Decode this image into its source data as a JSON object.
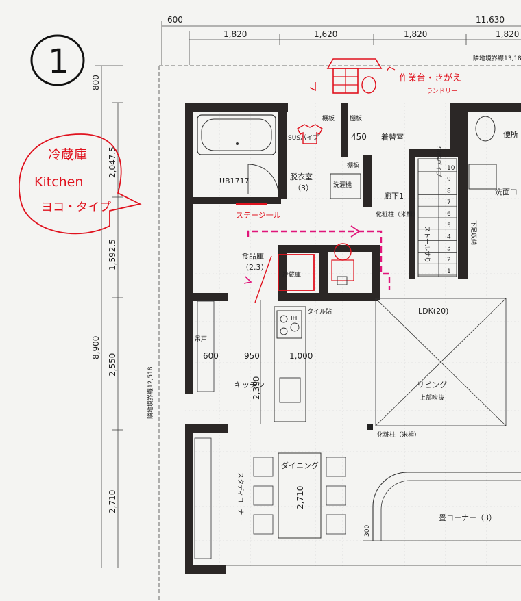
{
  "sheet": {
    "number_mark": "1"
  },
  "dimensions": {
    "top_offset": "600",
    "top_total": "11,630",
    "top_segments": [
      "1,820",
      "1,620",
      "1,820",
      "1,820"
    ],
    "left_total": "8,900",
    "left_segments": [
      "800",
      "2,047.5",
      "1,592.5",
      "2,550",
      "2,710"
    ],
    "kitchen_widths": [
      "600",
      "950",
      "1,000"
    ],
    "kitchen_depth": "2,390",
    "dining_depth": "2,710",
    "stair_offset": "300",
    "closet_depth": "450"
  },
  "boundary": {
    "top_label": "隣地境界線13,18",
    "left_label": "隣地境界線12,518"
  },
  "rooms": {
    "bath": "UB1717",
    "dressing": "脱衣室",
    "dressing_size": "（3）",
    "changing": "着替室",
    "hall": "廊下1",
    "toilet": "便所",
    "washroom": "洗面コ",
    "washer": "洗濯機",
    "pantry": "食品庫",
    "pantry_size": "（2.3）",
    "fridge": "冷蔵庫",
    "ldk": "LDK(20)",
    "living": "リビング",
    "living_sub": "上部吹抜",
    "kitchen": "キッチン",
    "dining": "ダイニング",
    "study": "スタディコーナー",
    "tatami": "畳コーナー（3）",
    "hanging": "吊戸",
    "tile": "タイル貼",
    "ih": "IH",
    "shelf": "棚板",
    "sus_pipe": "SUSパイプ",
    "makeup_column_1": "化粧柱（米栂）",
    "makeup_column_2": "化粧柱（米栂）",
    "under_storage": "下足収納",
    "stairs_grip": "ストールすり"
  },
  "stair_steps": [
    "10",
    "9",
    "8",
    "7",
    "6",
    "5",
    "4",
    "3",
    "2",
    "1"
  ],
  "annotations": {
    "bubble_line1": "冷蔵庫",
    "bubble_line2": "Kitchen",
    "bubble_line3": "ヨコ・タイプ",
    "workbench": "作業台・きがえ",
    "laundry": "ランドリー",
    "stage": "ステージ一ル"
  },
  "colors": {
    "wall": "#2b2726",
    "annotation_red": "#e0121e",
    "annotation_magenta": "#e0157a",
    "paper": "#f4f4f2",
    "grid": "#cfcfcf"
  }
}
